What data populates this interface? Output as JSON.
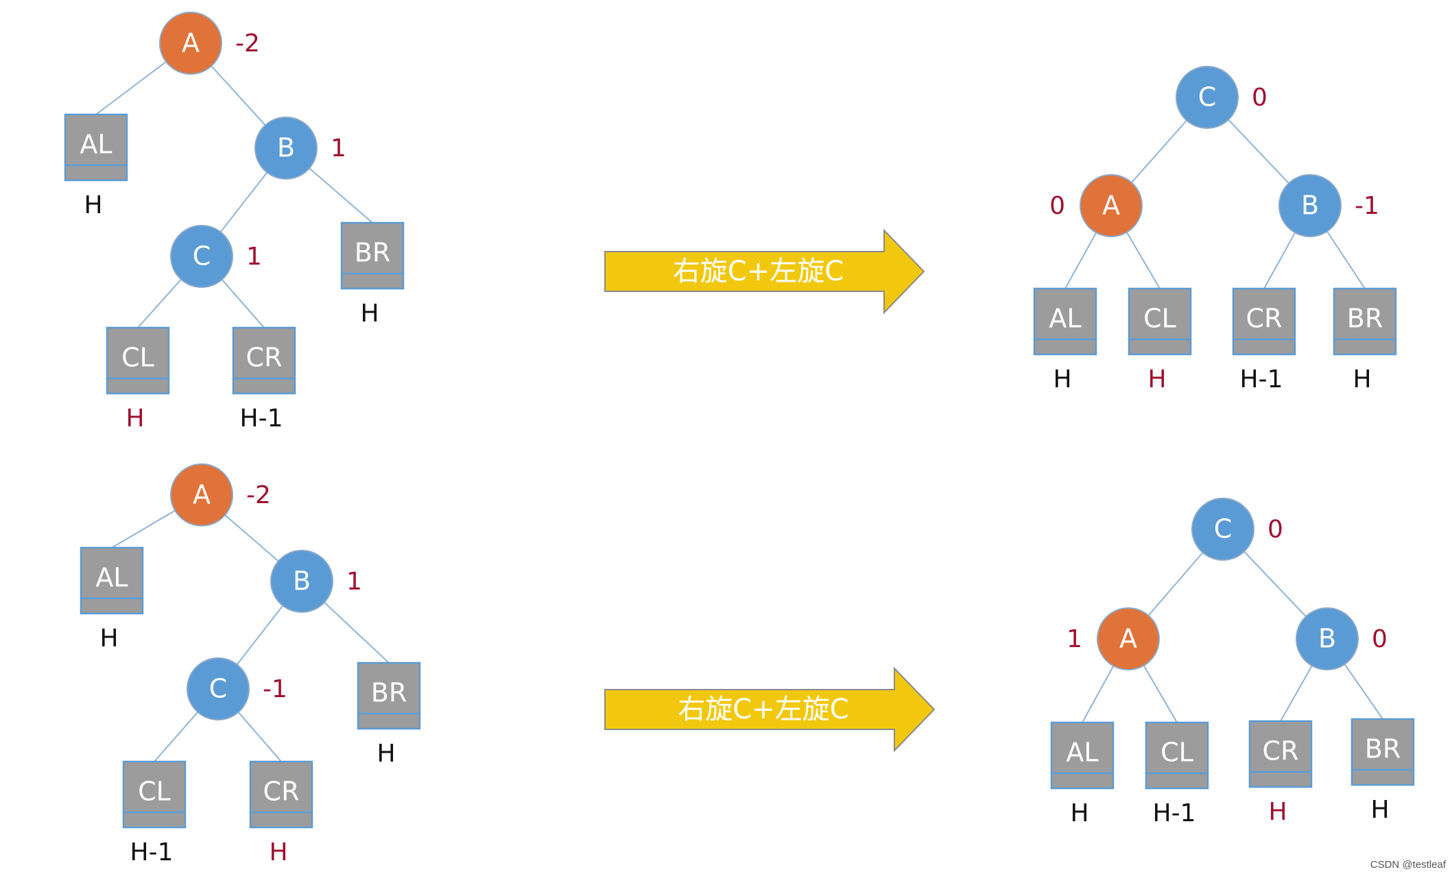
{
  "colors": {
    "circle_fill": "#5B9BD5",
    "circle_fill_unbalanced": "#E0733A",
    "circle_stroke": "#8AA8C8",
    "box_fill": "#9C9C9C",
    "box_stroke": "#5B9BD5",
    "edge": "#8FB4D6",
    "bf_text": "#A0102F",
    "h_text": "#111111",
    "h_text_highlight": "#A0102F",
    "arrow_fill": "#F2C80F",
    "arrow_stroke": "#8A8A8A"
  },
  "diagrams": [
    {
      "id": "top-before",
      "nodes": [
        {
          "id": "A",
          "label": "A",
          "bf": "-2",
          "unbalanced": true
        },
        {
          "id": "B",
          "label": "B",
          "bf": "1"
        },
        {
          "id": "C",
          "label": "C",
          "bf": "1"
        }
      ],
      "subtrees": [
        {
          "id": "AL",
          "label": "AL",
          "height": "H"
        },
        {
          "id": "BR",
          "label": "BR",
          "height": "H"
        },
        {
          "id": "CL",
          "label": "CL",
          "height": "H",
          "highlight": true
        },
        {
          "id": "CR",
          "label": "CR",
          "height": "H-1"
        }
      ]
    },
    {
      "id": "top-after",
      "nodes": [
        {
          "id": "C",
          "label": "C",
          "bf": "0"
        },
        {
          "id": "A",
          "label": "A",
          "bf": "0",
          "unbalanced": true
        },
        {
          "id": "B",
          "label": "B",
          "bf": "-1"
        }
      ],
      "subtrees": [
        {
          "id": "AL",
          "label": "AL",
          "height": "H"
        },
        {
          "id": "CL",
          "label": "CL",
          "height": "H",
          "highlight": true
        },
        {
          "id": "CR",
          "label": "CR",
          "height": "H-1"
        },
        {
          "id": "BR",
          "label": "BR",
          "height": "H"
        }
      ]
    },
    {
      "id": "bottom-before",
      "nodes": [
        {
          "id": "A",
          "label": "A",
          "bf": "-2",
          "unbalanced": true
        },
        {
          "id": "B",
          "label": "B",
          "bf": "1"
        },
        {
          "id": "C",
          "label": "C",
          "bf": "-1"
        }
      ],
      "subtrees": [
        {
          "id": "AL",
          "label": "AL",
          "height": "H"
        },
        {
          "id": "BR",
          "label": "BR",
          "height": "H"
        },
        {
          "id": "CL",
          "label": "CL",
          "height": "H-1"
        },
        {
          "id": "CR",
          "label": "CR",
          "height": "H",
          "highlight": true
        }
      ]
    },
    {
      "id": "bottom-after",
      "nodes": [
        {
          "id": "C",
          "label": "C",
          "bf": "0"
        },
        {
          "id": "A",
          "label": "A",
          "bf": "1",
          "unbalanced": true
        },
        {
          "id": "B",
          "label": "B",
          "bf": "0"
        }
      ],
      "subtrees": [
        {
          "id": "AL",
          "label": "AL",
          "height": "H"
        },
        {
          "id": "CL",
          "label": "CL",
          "height": "H-1"
        },
        {
          "id": "CR",
          "label": "CR",
          "height": "H",
          "highlight": true
        },
        {
          "id": "BR",
          "label": "BR",
          "height": "H"
        }
      ]
    }
  ],
  "arrows": [
    {
      "id": "top",
      "label": "右旋C+左旋C"
    },
    {
      "id": "bottom",
      "label": "右旋C+左旋C"
    }
  ],
  "watermark": "CSDN @testleaf"
}
